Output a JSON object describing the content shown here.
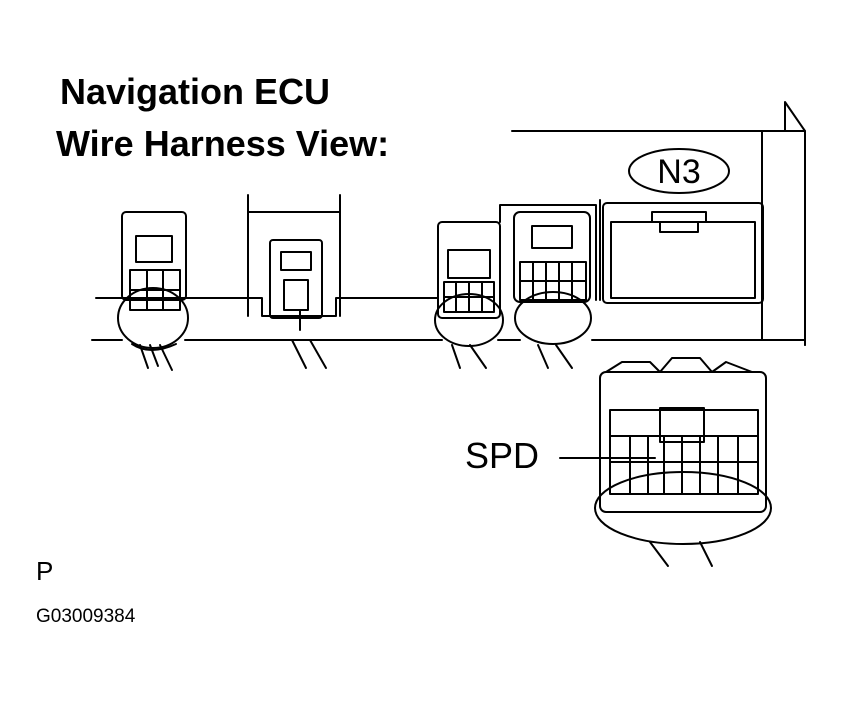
{
  "title_line1": "Navigation ECU",
  "title_line2": "Wire Harness View:",
  "connector_label": "N3",
  "pin_label": "SPD",
  "view_letter": "P",
  "figure_code": "G03009384",
  "colors": {
    "ink": "#000000",
    "background": "#ffffff"
  }
}
